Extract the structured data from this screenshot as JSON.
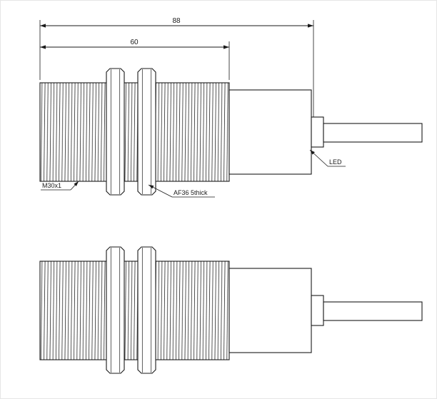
{
  "drawing": {
    "dimensions": {
      "overall_length": "88",
      "thread_length": "60"
    },
    "labels": {
      "thread_spec": "M30x1",
      "nut_spec": "AF36 5thick",
      "led": "LED"
    },
    "colors": {
      "line": "#1a1a1a",
      "background": "#ffffff"
    }
  }
}
